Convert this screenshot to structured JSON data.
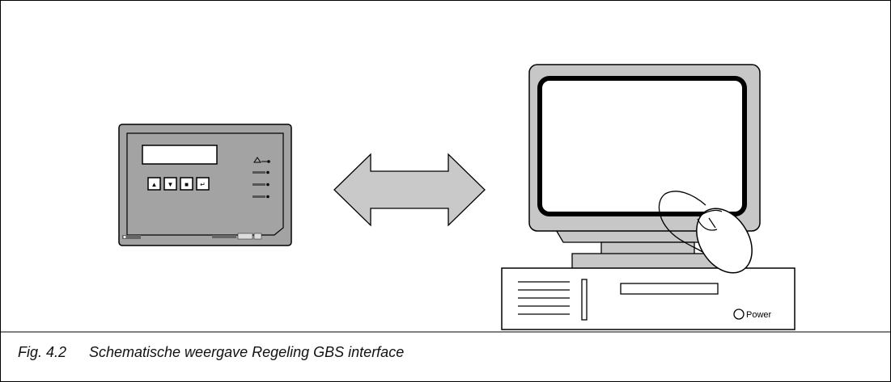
{
  "figure": {
    "caption_number": "Fig. 4.2",
    "caption_text": "Schematische weergave Regeling GBS interface"
  },
  "computer": {
    "power_label": "Power"
  },
  "controller": {
    "buttons": [
      {
        "name": "up",
        "glyph": "▲"
      },
      {
        "name": "down",
        "glyph": "▼"
      },
      {
        "name": "menu",
        "glyph": "■"
      },
      {
        "name": "enter",
        "glyph": "↵"
      }
    ]
  },
  "colors": {
    "panel": "#a3a3a3",
    "arrow": "#c9c9c9",
    "line": "#000000",
    "screen": "#ffffff"
  }
}
